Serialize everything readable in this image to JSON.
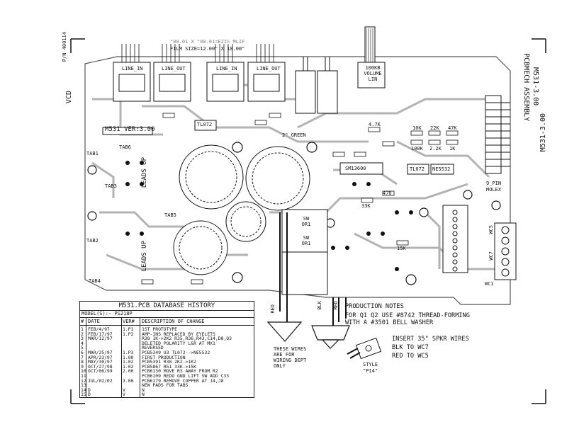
{
  "board": {
    "film_size": "FILM SIZE=12.00\" X 10.00\"",
    "mirror_text": "\"00.01 X \"00.01=EZIS MLIF",
    "assembly_title": "PCBMECH ASSEMBLY",
    "part_number_1": "M531-3.00",
    "part_number_2": "M531-3.00",
    "version_label": "M531 VER:3.00",
    "side_label": "VCD",
    "corner_code": "P/N 400114",
    "jack_labels": [
      "LINE_IN",
      "LINE_OUT",
      "LINE_IN",
      "LINE_OUT"
    ],
    "pot_labels": [
      "100KB VOLUME LIN"
    ],
    "green_label": "2\" GREEN",
    "molex_label": "9_PIN MOLEX",
    "tab_labels": [
      "TAB1",
      "TAB2",
      "TAB3",
      "TAB4",
      "TAB5",
      "TAB6"
    ],
    "leads_up": [
      "LEADS UP",
      "LEADS UP"
    ],
    "sw_labels": [
      "SW OR1",
      "SW OR1"
    ],
    "ic_labels": [
      "SM13600",
      "TL072",
      "NE5532",
      "TL072"
    ],
    "resistor_labels": [
      "10K",
      "22K",
      "47K",
      "100K",
      "2.2K",
      "1K",
      "4.7K",
      "470",
      "33K",
      "15K"
    ],
    "wc_labels": [
      "WC1",
      "WC5",
      "WC7"
    ]
  },
  "history": {
    "title": "M531.PCB DATABASE HISTORY",
    "model": "MODEL(S):-   PS218P",
    "headers": [
      "#",
      "DATE",
      "VER#",
      "DESCRIPTION OF CHANGE"
    ],
    "rows": [
      {
        "n": "1",
        "date": "FEB/4/97",
        "ver": "1.P1",
        "desc": "1ST PROTOTYPE"
      },
      {
        "n": "2",
        "date": "FEB/17/97",
        "ver": "1.P2",
        "desc": "AMP-INS REPLACED BY EYELETS"
      },
      {
        "n": "3",
        "date": "MAR/12/97",
        "ver": "",
        "desc": "R38 1K->2K2 R35,R36,R43,C14,D8,Q3"
      },
      {
        "n": "4",
        "date": "",
        "ver": "",
        "desc": "DELETED POLARITY L&R AT MX1"
      },
      {
        "n": "5",
        "date": "",
        "ver": "",
        "desc": "REVERSED"
      },
      {
        "n": "6",
        "date": "MAR/25/97",
        "ver": "1.P3",
        "desc": "PCB5349 U3 TL072-->NE5532"
      },
      {
        "n": "7",
        "date": "APR/23/97",
        "ver": "1.00",
        "desc": "FIRST PRODUCTION"
      },
      {
        "n": "8",
        "date": "MAY/30/97",
        "ver": "1.02",
        "desc": "PCB5391 R38 2K2->1K2"
      },
      {
        "n": "9",
        "date": "OCT/27/98",
        "ver": "1.02",
        "desc": "PCB5867 R51 33K->15K"
      },
      {
        "n": "10",
        "date": "OCT/06/99",
        "ver": "2.00",
        "desc": "PCB6130 MOVE R3 AWAY FROM R2"
      },
      {
        "n": "11",
        "date": "",
        "ver": "",
        "desc": "PCB6109 REDO GND LIFT SW ADD C33"
      },
      {
        "n": "12",
        "date": "JUL/02/02",
        "ver": "3.00",
        "desc": "PCB6179 REMOVE COPPER AT J4,J8"
      },
      {
        "n": "13",
        "date": "",
        "ver": "",
        "desc": "NEW PADS FOR TABS"
      },
      {
        "n": "14",
        "date": "D",
        "ver": "V",
        "desc": "N"
      },
      {
        "n": "15",
        "date": "D",
        "ver": "V",
        "desc": "N"
      }
    ]
  },
  "notes": {
    "production_title": "PRODUCTION NOTES",
    "production_line1": "FOR Q1 Q2 USE #8742 THREAD-FORMING",
    "production_line2": "WITH A #3501 BELL WASHER",
    "insert_line1": "INSERT 35\" SPKR WIRES",
    "insert_line2": "BLK TO WC7",
    "insert_line3": "RED TO WC5",
    "wires_line1": "THESE WIRES",
    "wires_line2": "ARE FOR",
    "wires_line3": "WIRING DEPT",
    "wires_line4": "ONLY",
    "style_line1": "STYLE",
    "style_line2": "\"P14\"",
    "wire_colors": [
      "BLK",
      "RED",
      "RED"
    ]
  },
  "colors": {
    "ink": "#111111",
    "paper": "#ffffff",
    "trace": "#9a9a9a"
  }
}
